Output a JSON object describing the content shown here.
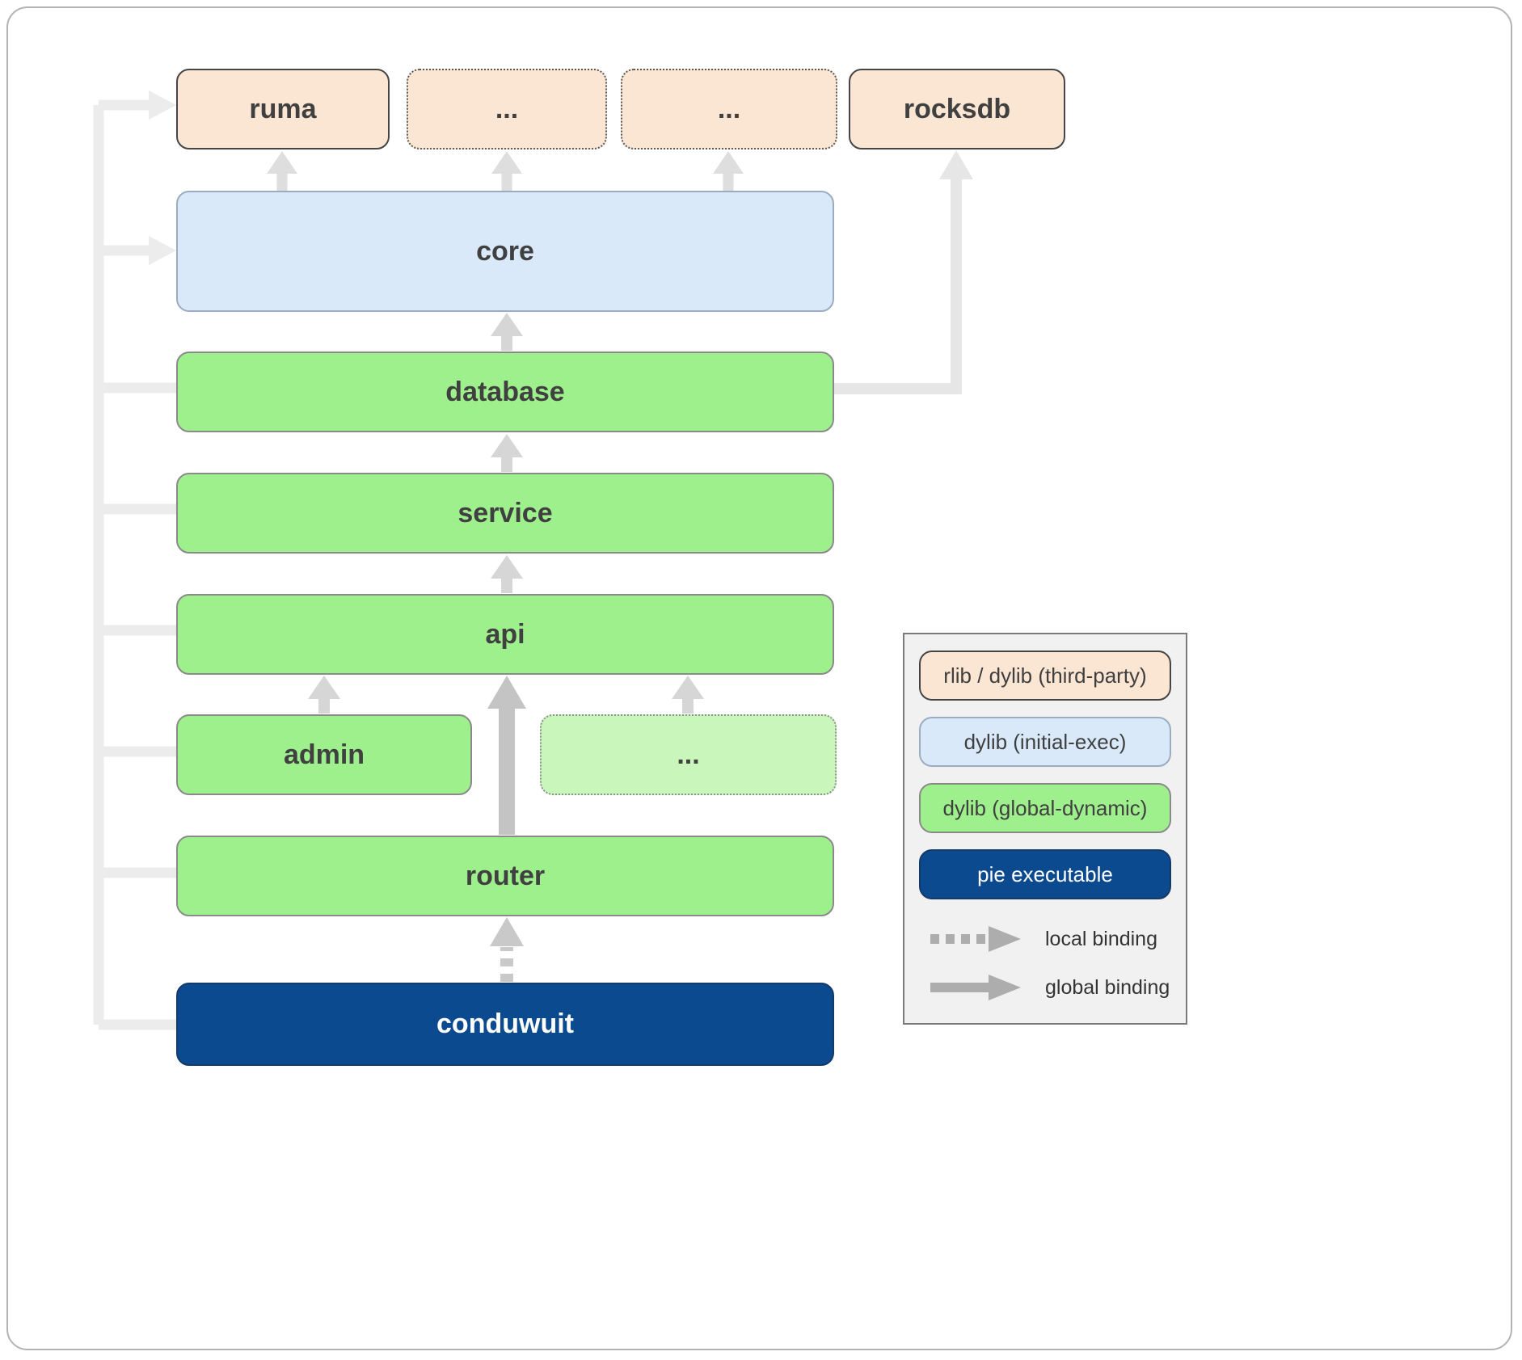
{
  "diagram": {
    "nodes": {
      "ruma": {
        "label": "ruma"
      },
      "ellipsis_top_1": {
        "label": "..."
      },
      "ellipsis_top_2": {
        "label": "..."
      },
      "rocksdb": {
        "label": "rocksdb"
      },
      "core": {
        "label": "core"
      },
      "database": {
        "label": "database"
      },
      "service": {
        "label": "service"
      },
      "api": {
        "label": "api"
      },
      "admin": {
        "label": "admin"
      },
      "ellipsis_mid": {
        "label": "..."
      },
      "router": {
        "label": "router"
      },
      "conduwuit": {
        "label": "conduwuit"
      }
    },
    "colors": {
      "third_party_fill": "#fbe5d3",
      "initial_exec_fill": "#d9e9f9",
      "global_dynamic_fill": "#9ef08d",
      "global_dynamic_light_fill": "#c9f6bb",
      "pie_fill": "#0c4a8f",
      "arrow_light": "#ececec",
      "arrow_mid": "#d6d6d6",
      "arrow_strong": "#c4c4c4"
    }
  },
  "legend": {
    "items": [
      {
        "id": "third-party",
        "label": "rlib / dylib (third-party)"
      },
      {
        "id": "initial-exec",
        "label": "dylib (initial-exec)"
      },
      {
        "id": "global-dynamic",
        "label": "dylib (global-dynamic)"
      },
      {
        "id": "pie-executable",
        "label": "pie executable"
      }
    ],
    "bindings": [
      {
        "id": "local",
        "label": "local binding"
      },
      {
        "id": "global",
        "label": "global binding"
      }
    ]
  }
}
